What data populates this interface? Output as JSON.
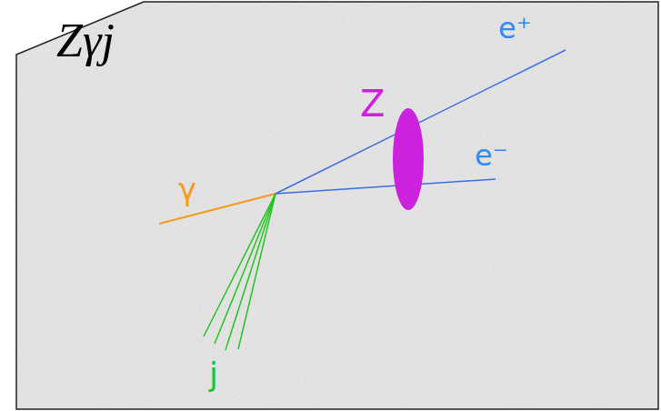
{
  "diagram": {
    "title": "Zγj",
    "labels": [
      "γ",
      "Z",
      "e⁺",
      "e⁻",
      "j"
    ]
  }
}
